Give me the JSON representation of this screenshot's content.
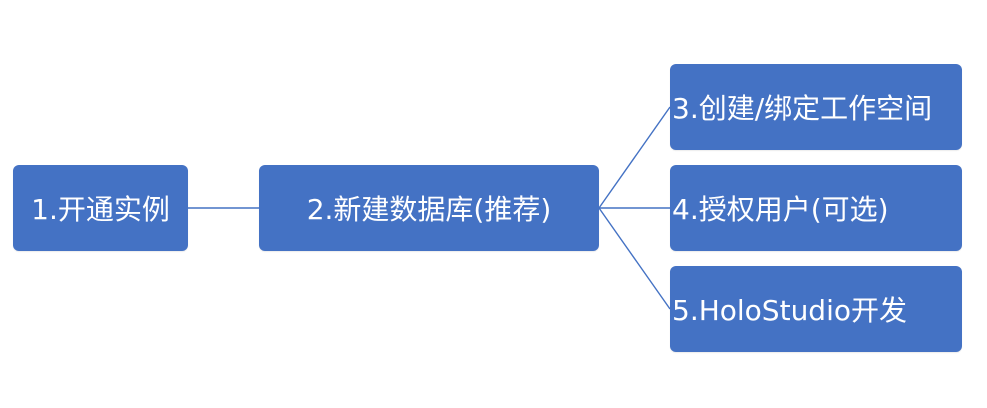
{
  "colors": {
    "node_fill": "#4472C4",
    "connector": "#4472C4",
    "text": "#FFFFFF"
  },
  "nodes": {
    "step1": "1.开通实例",
    "step2": "2.新建数据库(推荐)",
    "step3": "3.创建/绑定工作空间",
    "step4": "4.授权用户(可选)",
    "step5": "5.HoloStudio开发"
  }
}
